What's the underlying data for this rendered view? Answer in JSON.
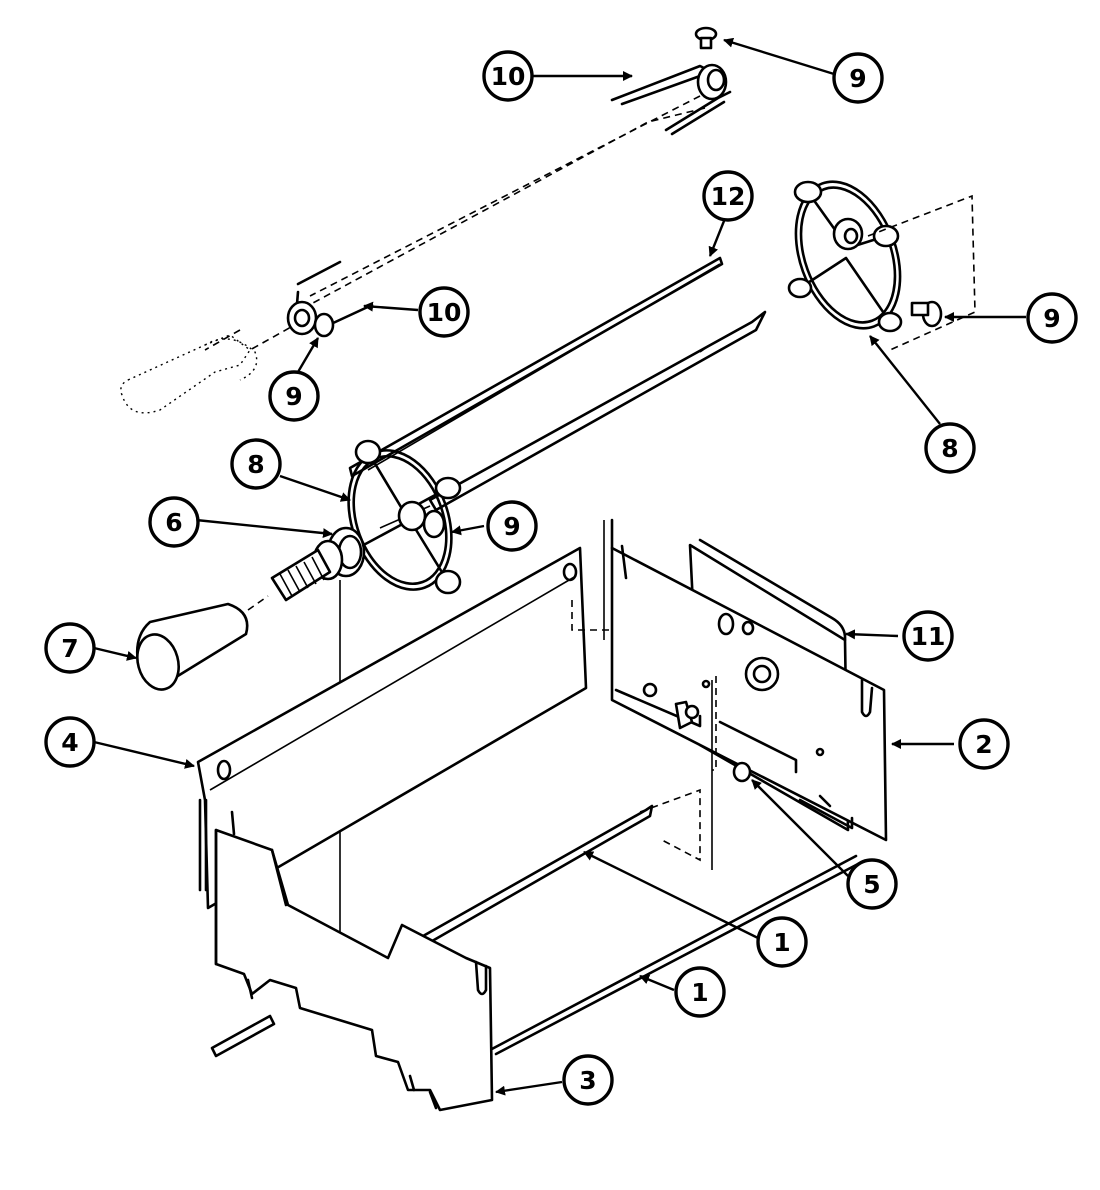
{
  "callouts": [
    {
      "id": "c10a",
      "label": "10"
    },
    {
      "id": "c9a",
      "label": "9"
    },
    {
      "id": "c12",
      "label": "12"
    },
    {
      "id": "c10b",
      "label": "10"
    },
    {
      "id": "c9b",
      "label": "9"
    },
    {
      "id": "c9c",
      "label": "9"
    },
    {
      "id": "c8a",
      "label": "8"
    },
    {
      "id": "c8b",
      "label": "8"
    },
    {
      "id": "c6",
      "label": "6"
    },
    {
      "id": "c9d",
      "label": "9"
    },
    {
      "id": "c7",
      "label": "7"
    },
    {
      "id": "c11",
      "label": "11"
    },
    {
      "id": "c4",
      "label": "4"
    },
    {
      "id": "c2",
      "label": "2"
    },
    {
      "id": "c5",
      "label": "5"
    },
    {
      "id": "c1a",
      "label": "1"
    },
    {
      "id": "c1b",
      "label": "1"
    },
    {
      "id": "c3",
      "label": "3"
    }
  ]
}
